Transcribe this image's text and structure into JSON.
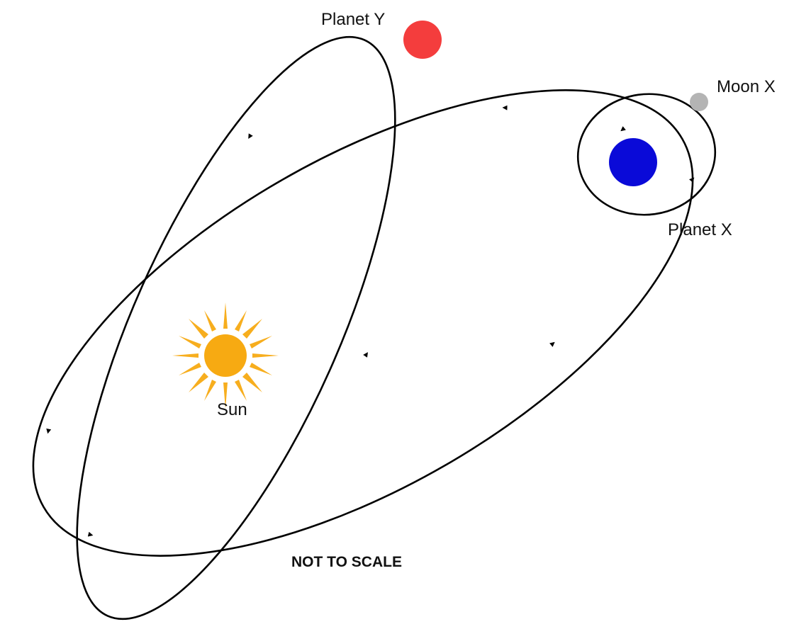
{
  "labels": {
    "planet_y": "Planet Y",
    "moon_x": "Moon X",
    "planet_x": "Planet X",
    "sun": "Sun",
    "note": "NOT TO SCALE"
  },
  "colors": {
    "planet_y": "#f43d3d",
    "planet_x": "#0a0ad8",
    "moon_x": "#b4b4b4",
    "sun": "#f7aa12",
    "orbit": "#000000"
  }
}
